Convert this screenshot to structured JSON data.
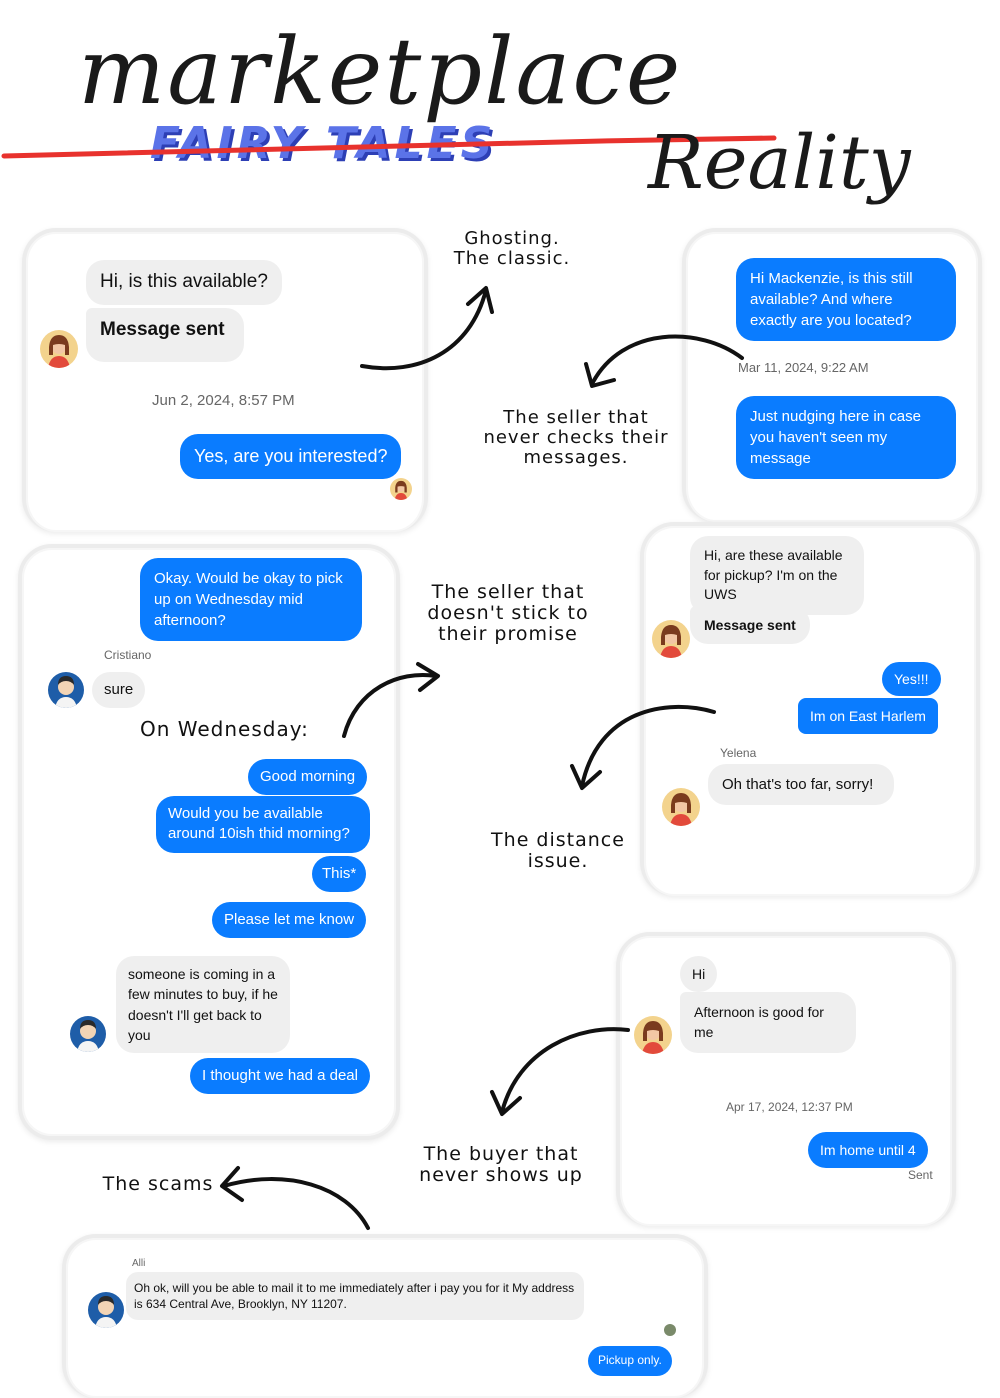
{
  "header": {
    "title": "marketplace",
    "struck_words": "FAIRY TALES",
    "replacement": "Reality"
  },
  "colors": {
    "message_out": "#0a7cff",
    "message_in": "#efefef",
    "strike": "#e8322d",
    "fairy": "#5b73e8"
  },
  "captions": {
    "ghosting": "Ghosting.\nThe classic.",
    "seller_never_checks": "The seller that\nnever checks their\nmessages.",
    "seller_promise": "The seller that\ndoesn't stick to\ntheir promise",
    "distance": "The distance\nissue.",
    "buyer_no_show": "The buyer that\nnever shows up",
    "scams": "The scams",
    "on_wednesday": "On Wednesday:"
  },
  "chat1": {
    "msg1": "Hi, is this available?",
    "msg2": "Message sent",
    "timestamp": "Jun 2, 2024, 8:57 PM",
    "reply": "Yes, are you interested?"
  },
  "chat2": {
    "msg1": "Hi Mackenzie, is this still available? And where exactly are you located?",
    "timestamp": "Mar 11, 2024, 9:22 AM",
    "msg2": "Just nudging here in case you haven't seen my message"
  },
  "chat3": {
    "msg1": "Okay. Would be okay to pick up on Wednesday mid afternoon?",
    "sender": "Cristiano",
    "reply1": "sure",
    "msg2": "Good morning",
    "msg3": "Would you be available around 10ish thid morning?",
    "msg4": "This*",
    "msg5": "Please let me know",
    "reply2": "someone is coming in a few minutes to buy, if he doesn't I'll get back to you",
    "msg6": "I thought we had a deal"
  },
  "chat4": {
    "msg1": "Hi, are these available for pickup? I'm on the UWS",
    "msg2": "Message sent",
    "reply1": "Yes!!!",
    "reply2": "Im on East Harlem",
    "sender": "Yelena",
    "msg3": "Oh that's too far, sorry!"
  },
  "chat5": {
    "msg1": "Hi",
    "msg2": "Afternoon is good for me",
    "timestamp": "Apr 17, 2024, 12:37 PM",
    "reply": "Im home until 4",
    "status": "Sent"
  },
  "chat6": {
    "sender": "Alli",
    "msg1": "Oh ok, will you be able to mail it to me immediately after i pay you for it My address is 634 Central Ave, Brooklyn, NY 11207.",
    "reply": "Pickup only."
  }
}
